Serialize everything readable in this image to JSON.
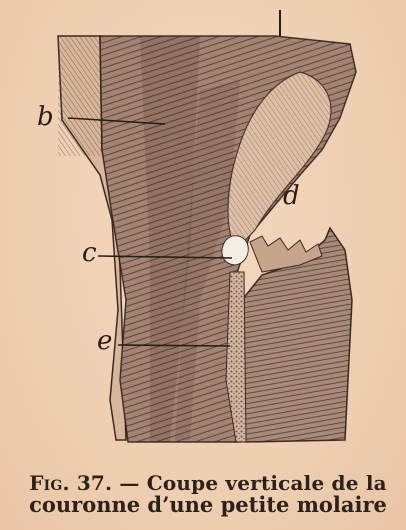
{
  "figure": {
    "labels": {
      "b": "b",
      "c": "c",
      "d": "d",
      "e": "e"
    },
    "caption": {
      "number": "Fig. 37.",
      "dash": " — ",
      "line1_rest": "Coupe verticale de la",
      "line2": "couronne d’une petite molaire"
    }
  }
}
